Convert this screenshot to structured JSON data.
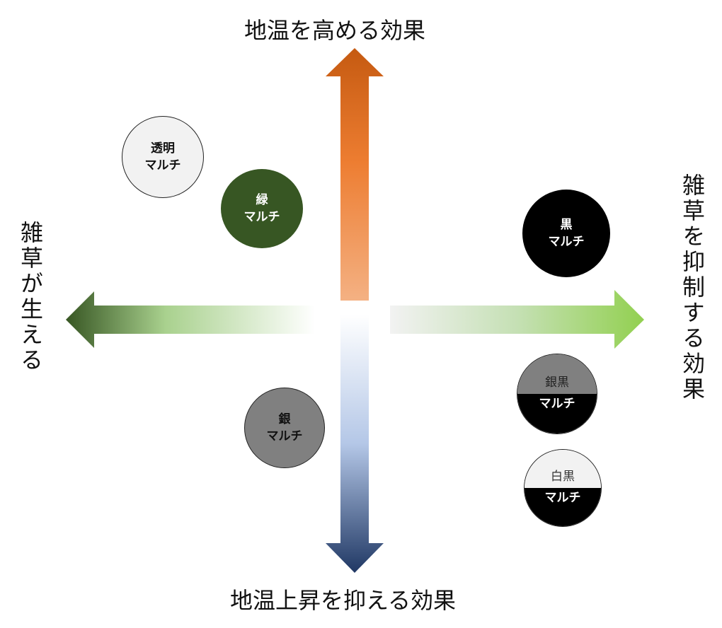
{
  "labels": {
    "top": "地温を高める効果",
    "bottom": "地温上昇を抑える効果",
    "left": "雑草が生える",
    "right": "雑草を抑制する効果"
  },
  "items": {
    "clear": {
      "line1": "透明",
      "line2": "マルチ",
      "color": "#f2f2f2"
    },
    "green": {
      "line1": "緑",
      "line2": "マルチ",
      "color": "#375623"
    },
    "black": {
      "line1": "黒",
      "line2": "マルチ",
      "color": "#000000"
    },
    "silver": {
      "line1": "銀",
      "line2": "マルチ",
      "color": "#808080"
    },
    "silver_black": {
      "line1": "銀黒",
      "line2": "マルチ",
      "color": "#808080"
    },
    "white_black": {
      "line1": "白黒",
      "line2": "マルチ",
      "color": "#f2f2f2"
    }
  },
  "colors": {
    "up": [
      "#c55a11",
      "#f4b183"
    ],
    "down": [
      "#ffffff",
      "#203864"
    ],
    "left": [
      "#375623",
      "#ffffff"
    ],
    "right": [
      "#ffffff",
      "#92d050"
    ]
  }
}
